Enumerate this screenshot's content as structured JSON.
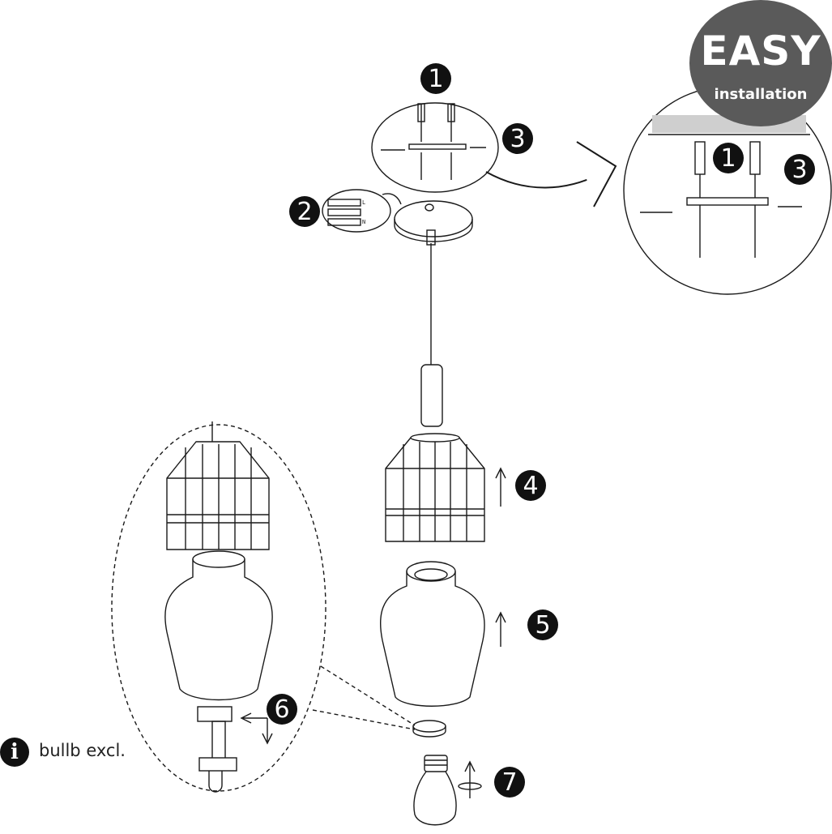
{
  "badge": {
    "title": "EASY",
    "subtitle": "installation"
  },
  "steps": [
    "1",
    "2",
    "3",
    "4",
    "5",
    "6",
    "7"
  ],
  "note": {
    "icon": "info-icon",
    "symbol": "i",
    "text": "bullb excl."
  },
  "wiring": {
    "labels": [
      "L",
      "N"
    ]
  },
  "colors": {
    "badge": "#5a5a5a",
    "step_marker": "#111111",
    "line": "#1a1a1a"
  }
}
